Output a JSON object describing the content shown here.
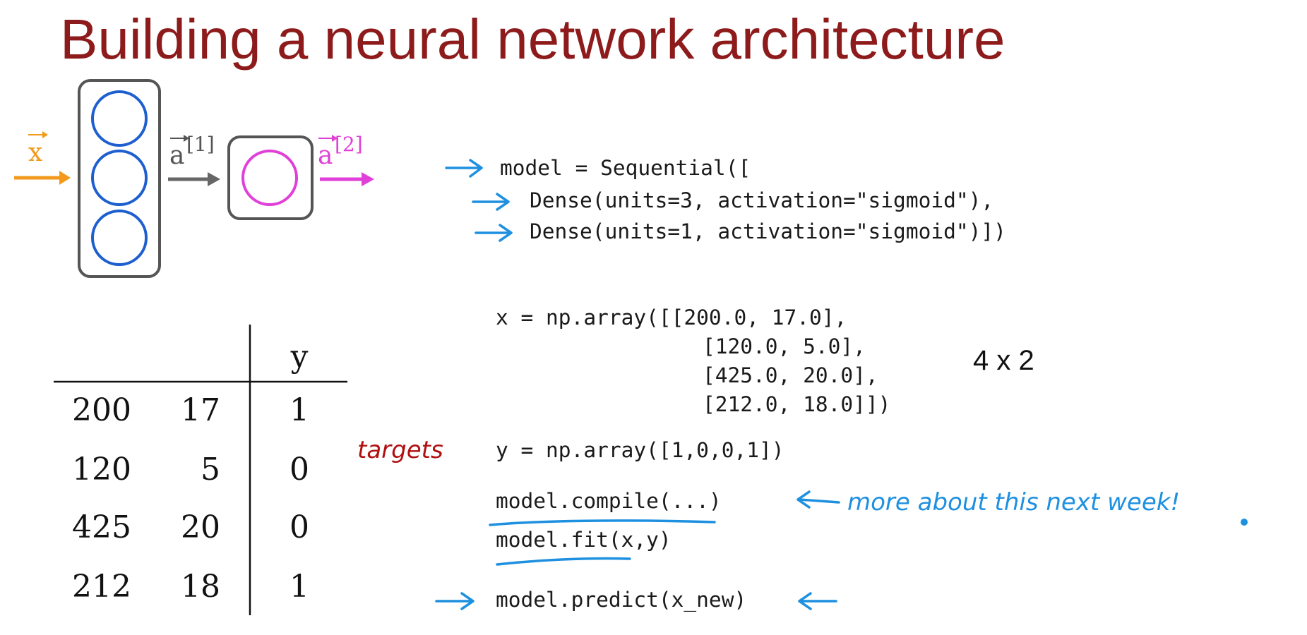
{
  "title": "Building a neural network architecture",
  "diagram": {
    "input_label": "x",
    "hidden_label": "a",
    "hidden_sup": "[1]",
    "output_label": "a",
    "output_sup": "[2]",
    "colors": {
      "input": "#f29a1b",
      "hidden_units": "#1e5fcf",
      "hidden_arrow": "#666666",
      "output": "#e040d8",
      "box": "#555555",
      "annotation": "#1e90e0",
      "targets": "#b01010"
    }
  },
  "code": {
    "model_line": "model = Sequential([",
    "dense1_line": "Dense(units=3, activation=\"sigmoid\"),",
    "dense2_line": "Dense(units=1, activation=\"sigmoid\")])",
    "x_line1": "x = np.array([[200.0, 17.0],",
    "x_line2": "[120.0, 5.0],",
    "x_line3": "[425.0, 20.0],",
    "x_line4": "[212.0, 18.0]])",
    "y_line": "y = np.array([1,0,0,1])",
    "compile_line": "model.compile(...)",
    "fit_line": "model.fit(x,y)",
    "predict_line": "model.predict(x_new)"
  },
  "shape_label": "4 x 2",
  "handwritten": {
    "targets": "targets",
    "note": "more about this next week!"
  },
  "table": {
    "header_y": "y",
    "rows": [
      [
        "200",
        "17",
        "1"
      ],
      [
        "120",
        "5",
        "0"
      ],
      [
        "425",
        "20",
        "0"
      ],
      [
        "212",
        "18",
        "1"
      ]
    ]
  }
}
